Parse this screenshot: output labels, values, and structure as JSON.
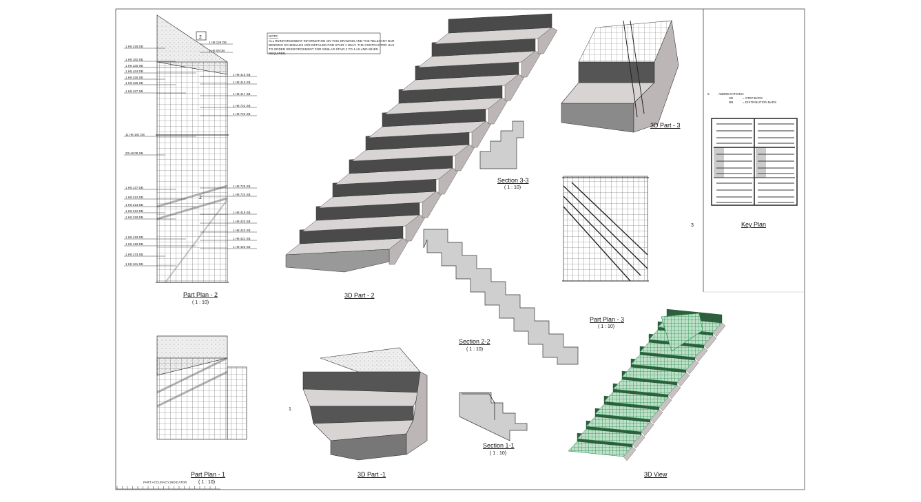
{
  "note": {
    "heading": "NOTE:",
    "lines": [
      "ALL REINFORCEMENT INFORMATION ON THIS DRAWING AND THE RELEVANT BAR",
      "BENDING SCHEDULES ARE DETAILED FOR STAIR 1 ONLY. THE CONTRACTOR HAS",
      "TO ORDER REINFORCEMENT FOR SIMILAR STAIR 2 TO 4 AS AND WHEN",
      "REQUIRED."
    ]
  },
  "abbreviations": {
    "number": "6.",
    "heading": "ABBREVIATIONS:",
    "items": [
      {
        "code": "SB",
        "meaning": "= STEP BARS"
      },
      {
        "code": "DB",
        "meaning": "= DISTRIBUTION BARS"
      }
    ]
  },
  "views": {
    "part_plan_2": {
      "title": "Part Plan - 2",
      "scale": "( 1 : 10)",
      "section_marker": "2"
    },
    "part_plan_3": {
      "title": "Part Plan - 3",
      "scale": "( 1 : 10)",
      "section_marker": "3"
    },
    "part_plan_1": {
      "title": "Part Plan - 1",
      "scale": "( 1 : 10)",
      "section_marker": "1"
    },
    "part_3d_2": {
      "title": "3D Part - 2"
    },
    "part_3d_3": {
      "title": "3D Part - 3"
    },
    "part_3d_1": {
      "title": "3D Part -1"
    },
    "section_3_3": {
      "title": "Section 3-3",
      "scale": "( 1 : 10)"
    },
    "section_2_2": {
      "title": "Section 2-2",
      "scale": "( 1 : 10)"
    },
    "section_1_1": {
      "title": "Section 1-1",
      "scale": "( 1 : 10)"
    },
    "view_3d": {
      "title": "3D View"
    },
    "key_plan": {
      "title": "Key Plan"
    }
  },
  "part_plan_2_labels_left": [
    "1 H8 218 DB",
    "1 H8 182 SB",
    "1 H8 225 SB",
    "1 H8 424 DB",
    "1 H8 425 SB",
    "1 H8 426 SB",
    "1 H8 427 SB",
    "11 H8 182 DB",
    "23 H8 08 SB",
    "1 H8 147 DB",
    "1 H8 212 DB",
    "1 H8 213 DB",
    "1 H8 212 DB",
    "1 H8 218 DB",
    "1 H8 419 DB",
    "1 H8 418 DB",
    "1 H8 173 SB",
    "1 H8 161 SB"
  ],
  "part_plan_2_labels_right": [
    "1 H8 129 DB",
    "1 H8 08 DB",
    "1 H8 415 SB",
    "1 H8 416 SB",
    "1 H8 417 SB",
    "1 H8 722 SB",
    "1 H8 723 SB",
    "1 H8 725 SB",
    "1 H8 724 SB",
    "1 H8 419 SB",
    "1 H8 423 SB",
    "1 H8 422 SB",
    "1 H8 421 SB",
    "1 H8 420 SB"
  ],
  "scale_bar": {
    "label": "PART ACCURACY INDICATOR"
  },
  "colors": {
    "concrete": "#d9d4d4",
    "riser": "#4a4a4a",
    "rebar_3d": "#1f8a4c",
    "bar_mark": "#d33333"
  }
}
